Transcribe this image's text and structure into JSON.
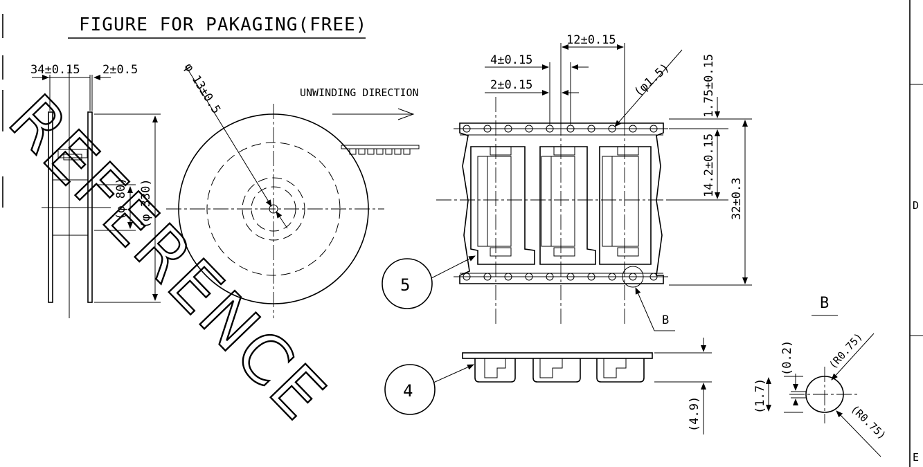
{
  "title": "FIGURE FOR PAKAGING(FREE)",
  "watermark": "REFERENCE",
  "reel": {
    "dim_width": "34±0.15",
    "dim_flange": "2±0.5",
    "dim_hub_dia": "(φ 80)",
    "dim_reel_dia": "(φ 330)",
    "dim_arbor": "φ 13±0.5",
    "unwinding": "UNWINDING DIRECTION"
  },
  "tape": {
    "dim_pitch": "12±0.15",
    "dim_hole_pitch": "4±0.15",
    "dim_hole_to_pocket": "2±0.15",
    "dim_hole_dia": "(φ1.5)",
    "dim_hole_edge": "1.75±0.15",
    "dim_hole_center": "14.2±0.15",
    "dim_tape_width": "32±0.3",
    "detail_ref": "B",
    "callout_tape": "5",
    "callout_cover": "4",
    "dim_depth": "(4.9)"
  },
  "detail_b": {
    "label": "B",
    "dim_gap": "(0.2)",
    "dim_height": "(1.7)",
    "dim_r_top": "(R0.75)",
    "dim_r_bottom": "(R0.75)"
  },
  "border": {
    "zone_d": "D",
    "zone_e": "E"
  }
}
